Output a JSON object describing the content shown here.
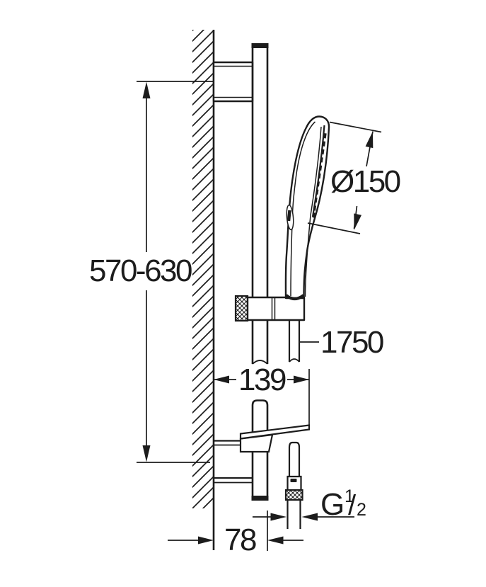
{
  "drawing": {
    "labels": {
      "rail_height": "570-630",
      "head_diameter": "Ø150",
      "hose_length": "1750",
      "dish_projection": "139",
      "thread_G": "G",
      "thread_sup": "1",
      "thread_slash": "/",
      "thread_sub": "2",
      "wall_distance": "78"
    },
    "colors": {
      "line": "#1c1c1c",
      "background": "#ffffff"
    }
  }
}
